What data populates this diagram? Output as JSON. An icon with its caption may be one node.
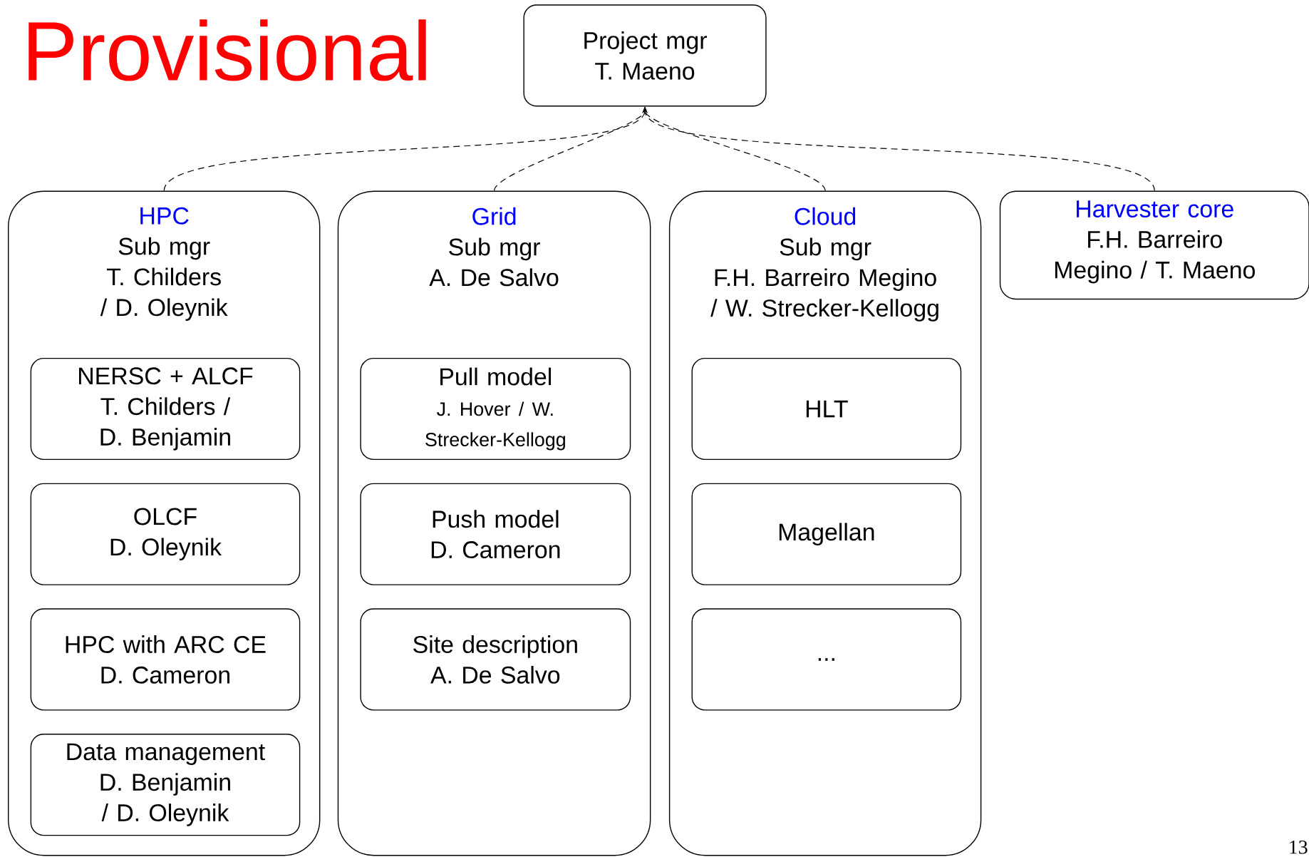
{
  "diagram": {
    "nodes": [
      {
        "text": [
          "Project mgr",
          "T. Maeno"
        ]
      },
      {
        "text": [
          "HPC",
          "Sub mgr",
          "T. Childers / D. Oleynik"
        ]
      },
      {
        "text": [
          "NERSC + ALCF",
          "T. Childers / D. Benjamin"
        ],
        "in": 1
      },
      {
        "text": [
          "OLCF",
          "D. Oleynik"
        ],
        "in": 1
      },
      {
        "text": [
          "HPC with ARC CE",
          "D. Cameron"
        ],
        "in": 1
      },
      {
        "text": [
          "Data management",
          "D. Benjamin / D. Oleynik"
        ],
        "in": 1
      },
      {
        "text": [
          "Grid",
          "Sub mgr",
          "A. De Salvo"
        ]
      },
      {
        "text": [
          "Pull model",
          "J. Hover / W. Strecker-Kellogg"
        ],
        "in": 6
      },
      {
        "text": [
          "Push model",
          "D. Cameron"
        ],
        "in": 6
      },
      {
        "text": [
          "Site description",
          "A. De Salvo"
        ],
        "in": 6
      },
      {
        "text": [
          "Cloud",
          "Sub mgr",
          "F.H. Barreiro Megino / W. Strecker-Kellogg"
        ]
      },
      {
        "text": [
          "HLT"
        ],
        "in": 10
      },
      {
        "text": [
          "Magellan"
        ],
        "in": 10
      },
      {
        "text": [
          "..."
        ],
        "in": 10
      },
      {
        "text": [
          "Harvester core",
          "F.H. Barreiro Megino / T. Maeno"
        ]
      }
    ],
    "edges": [
      {
        "from": 1,
        "to": 0,
        "arrow": "to",
        "style": "dashed"
      },
      {
        "from": 6,
        "to": 0,
        "arrow": "to",
        "style": "dashed"
      },
      {
        "from": 10,
        "to": 0,
        "arrow": "to",
        "style": "dashed"
      },
      {
        "from": 14,
        "to": 0,
        "arrow": "to",
        "style": "dashed"
      }
    ],
    "labels": [
      "Provisional",
      "13"
    ]
  }
}
